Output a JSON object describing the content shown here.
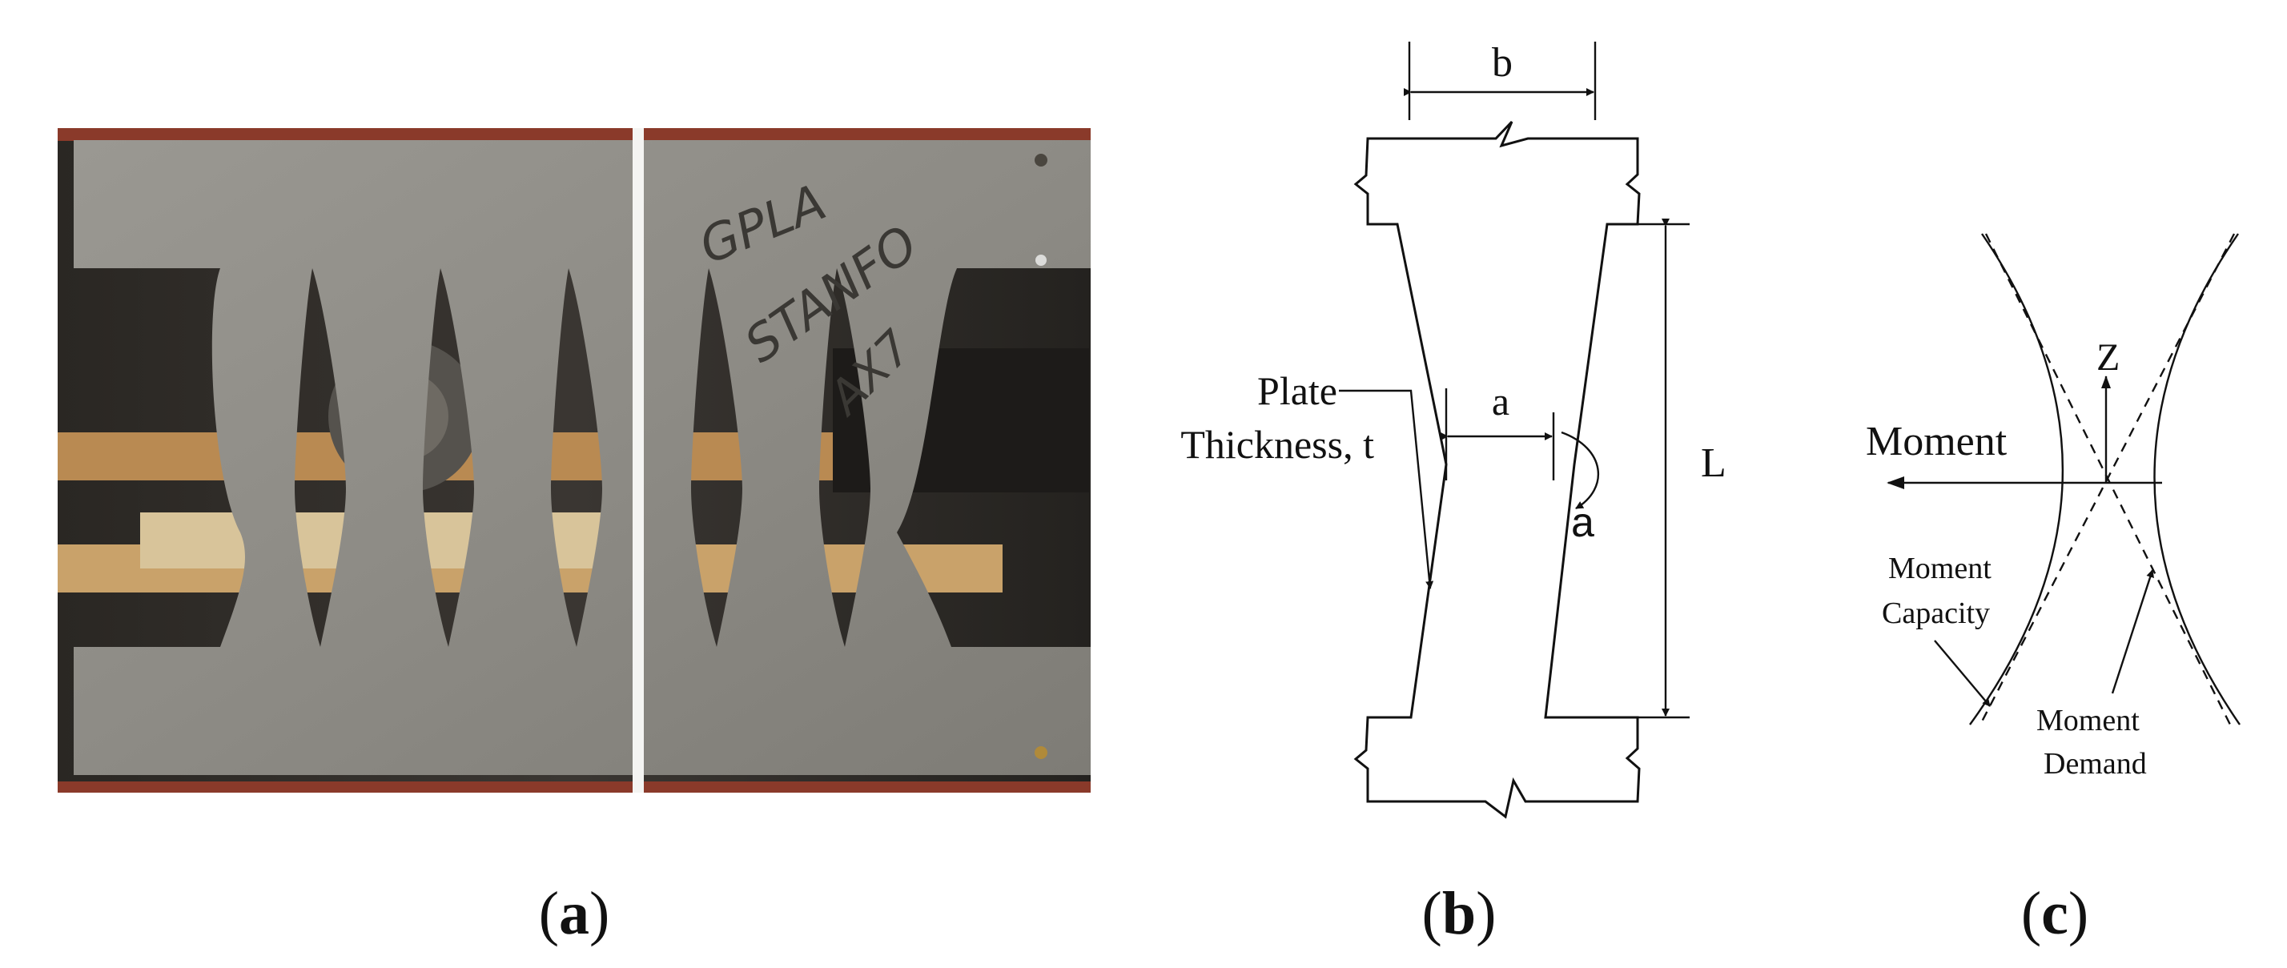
{
  "panels": {
    "a": {
      "caption_open": "(",
      "caption_letter": "a",
      "caption_close": ")",
      "handwriting": [
        "GPLA",
        "STANFO",
        "AX7"
      ]
    },
    "b": {
      "caption_open": "(",
      "caption_letter": "b",
      "caption_close": ")",
      "label_b": "b",
      "label_plate": "Plate",
      "label_thickness": "Thickness, t",
      "label_a_width": "a",
      "label_a_angle": "a",
      "label_L": "L"
    },
    "c": {
      "caption_open": "(",
      "caption_letter": "c",
      "caption_close": ")",
      "label_z": "Z",
      "label_moment": "Moment",
      "label_capacity_1": "Moment",
      "label_capacity_2": "Capacity",
      "label_demand_1": "Moment",
      "label_demand_2": "Demand"
    }
  },
  "colors": {
    "frame_red": "#8a3a2a",
    "steel_plate": "#8f8d87",
    "steel_dark": "#6f6c66",
    "background_dark": "#2b2926",
    "wood": "#b98a52",
    "ink": "#111111"
  }
}
